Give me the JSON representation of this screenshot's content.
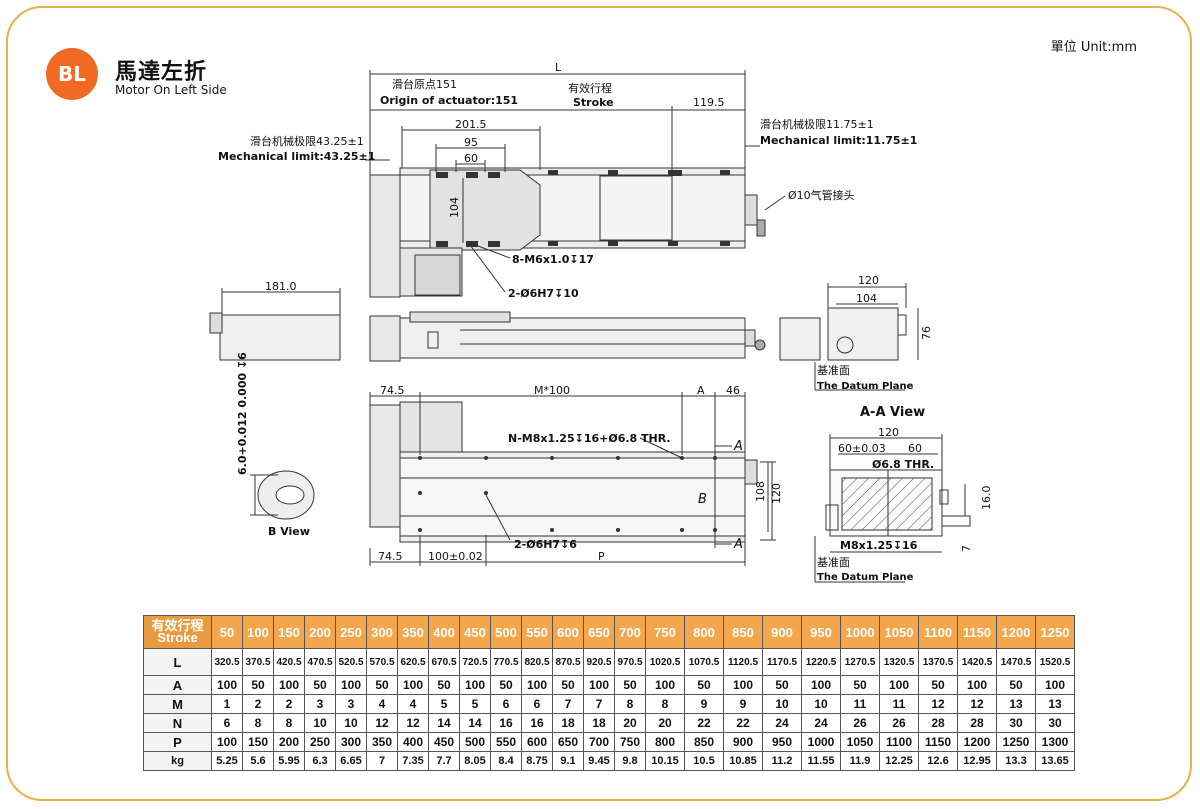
{
  "header": {
    "logo_text": "BL",
    "title": "馬達左折",
    "subtitle": "Motor On Left Side",
    "unit": "單位 Unit:mm"
  },
  "drawing": {
    "dim_L": "L",
    "origin_cn": "滑台原点151",
    "origin_en": "Origin of actuator:151",
    "stroke_cn": "有效行程",
    "stroke_en": "Stroke",
    "dim_119_5": "119.5",
    "mech_right_cn": "滑台机械极限11.75±1",
    "mech_right_en": "Mechanical limit:11.75±1",
    "mech_left_cn": "滑台机械极限43.25±1",
    "mech_left_en": "Mechanical limit:43.25±1",
    "dim_201_5": "201.5",
    "dim_95": "95",
    "dim_60": "60",
    "dim_104_v": "104",
    "air_fitting": "Ø10气管接头",
    "thread_m6": "8-M6x1.0↧17",
    "pin_6h7_10": "2-Ø6H7↧10",
    "dim_181": "181.0",
    "dim_120_side": "120",
    "dim_104_side": "104",
    "dim_76": "76",
    "datum_cn": "基准面",
    "datum_en": "The Datum Plane",
    "dim_74_5_top": "74.5",
    "dim_M100": "M*100",
    "dim_A": "A",
    "dim_46": "46",
    "thread_m8": "N-M8x1.25↧16+Ø6.8 THR.",
    "section_A": "A",
    "dim_108": "108",
    "dim_120_bot": "120",
    "label_B": "B",
    "pin_6h7_6": "2-Ø6H7↧6",
    "dim_74_5_bot": "74.5",
    "dim_100_002": "100±0.02",
    "dim_P": "P",
    "bview_tol": "6.0+0.012 0.000 ↧6",
    "bview_label": "B View",
    "aa_title": "A-A View",
    "aa_120": "120",
    "aa_60_003": "60±0.03",
    "aa_60": "60",
    "aa_thr": "Ø6.8 THR.",
    "aa_16": "16.0",
    "aa_7": "7",
    "aa_m8": "M8x1.25↧16",
    "aa_datum_cn": "基准面",
    "aa_datum_en": "The Datum Plane"
  },
  "table": {
    "header_label_cn": "有效行程",
    "header_label_en": "Stroke",
    "strokes": [
      "50",
      "100",
      "150",
      "200",
      "250",
      "300",
      "350",
      "400",
      "450",
      "500",
      "550",
      "600",
      "650",
      "700",
      "750",
      "800",
      "850",
      "900",
      "950",
      "1000",
      "1050",
      "1100",
      "1150",
      "1200",
      "1250"
    ],
    "rows": [
      {
        "label": "L",
        "values": [
          "320.5",
          "370.5",
          "420.5",
          "470.5",
          "520.5",
          "570.5",
          "620.5",
          "670.5",
          "720.5",
          "770.5",
          "820.5",
          "870.5",
          "920.5",
          "970.5",
          "1020.5",
          "1070.5",
          "1120.5",
          "1170.5",
          "1220.5",
          "1270.5",
          "1320.5",
          "1370.5",
          "1420.5",
          "1470.5",
          "1520.5"
        ]
      },
      {
        "label": "A",
        "values": [
          "100",
          "50",
          "100",
          "50",
          "100",
          "50",
          "100",
          "50",
          "100",
          "50",
          "100",
          "50",
          "100",
          "50",
          "100",
          "50",
          "100",
          "50",
          "100",
          "50",
          "100",
          "50",
          "100",
          "50",
          "100"
        ]
      },
      {
        "label": "M",
        "values": [
          "1",
          "2",
          "2",
          "3",
          "3",
          "4",
          "4",
          "5",
          "5",
          "6",
          "6",
          "7",
          "7",
          "8",
          "8",
          "9",
          "9",
          "10",
          "10",
          "11",
          "11",
          "12",
          "12",
          "13",
          "13"
        ]
      },
      {
        "label": "N",
        "values": [
          "6",
          "8",
          "8",
          "10",
          "10",
          "12",
          "12",
          "14",
          "14",
          "16",
          "16",
          "18",
          "18",
          "20",
          "20",
          "22",
          "22",
          "24",
          "24",
          "26",
          "26",
          "28",
          "28",
          "30",
          "30"
        ]
      },
      {
        "label": "P",
        "values": [
          "100",
          "150",
          "200",
          "250",
          "300",
          "350",
          "400",
          "450",
          "500",
          "550",
          "600",
          "650",
          "700",
          "750",
          "800",
          "850",
          "900",
          "950",
          "1000",
          "1050",
          "1100",
          "1150",
          "1200",
          "1250",
          "1300"
        ]
      },
      {
        "label": "kg",
        "values": [
          "5.25",
          "5.6",
          "5.95",
          "6.3",
          "6.65",
          "7",
          "7.35",
          "7.7",
          "8.05",
          "8.4",
          "8.75",
          "9.1",
          "9.45",
          "9.8",
          "10.15",
          "10.5",
          "10.85",
          "11.2",
          "11.55",
          "11.9",
          "12.25",
          "12.6",
          "12.95",
          "13.3",
          "13.65"
        ]
      }
    ]
  }
}
